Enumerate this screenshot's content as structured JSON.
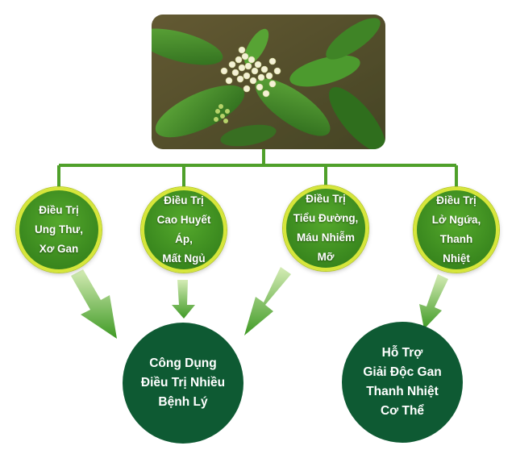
{
  "photo": {
    "subject": "plant-flower-photo"
  },
  "nodes": {
    "n1": "Điều Trị\nUng Thư,\nXơ Gan",
    "n2": "Điều Trị\nCao Huyết Áp,\nMất Ngủ",
    "n3": "Điều Trị\nTiểu Đường,\nMáu Nhiễm\nMỡ",
    "n4": "Điều Trị\nLở Ngứa,\nThanh\nNhiệt"
  },
  "outcomes": {
    "o1": "Công Dụng\nĐiều Trị Nhiều\nBệnh Lý",
    "o2": "Hỗ Trợ\nGiải Độc Gan\nThanh Nhiệt\nCơ Thể"
  },
  "colors": {
    "connector": "#4fa02a",
    "node_fill": "#3d8c20",
    "node_border": "#d6e63a",
    "outcome_fill": "#0e5a33",
    "arrow": "#4fa02a"
  }
}
